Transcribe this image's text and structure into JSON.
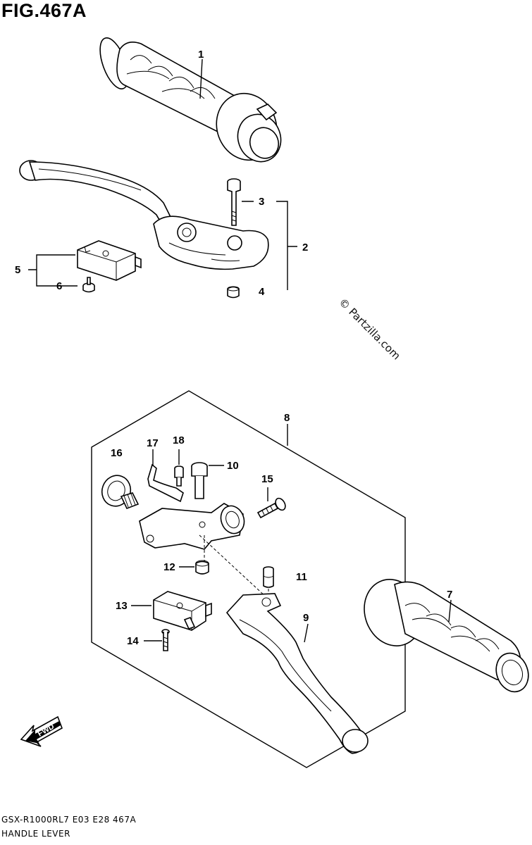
{
  "header": {
    "title": "FIG.467A"
  },
  "footer": {
    "model": "GSX-R1000RL7  E03  E28  467A",
    "section": "HANDLE LEVER"
  },
  "watermark": "© Partzilla.com",
  "fwd_arrow": {
    "label": "FWD"
  },
  "callouts": {
    "c1": "1",
    "c2": "2",
    "c3": "3",
    "c4": "4",
    "c5": "5",
    "c6": "6",
    "c7": "7",
    "c8": "8",
    "c9": "9",
    "c10": "10",
    "c11": "11",
    "c12": "12",
    "c13": "13",
    "c14": "14",
    "c15": "15",
    "c16": "16",
    "c17": "17",
    "c18": "18"
  }
}
